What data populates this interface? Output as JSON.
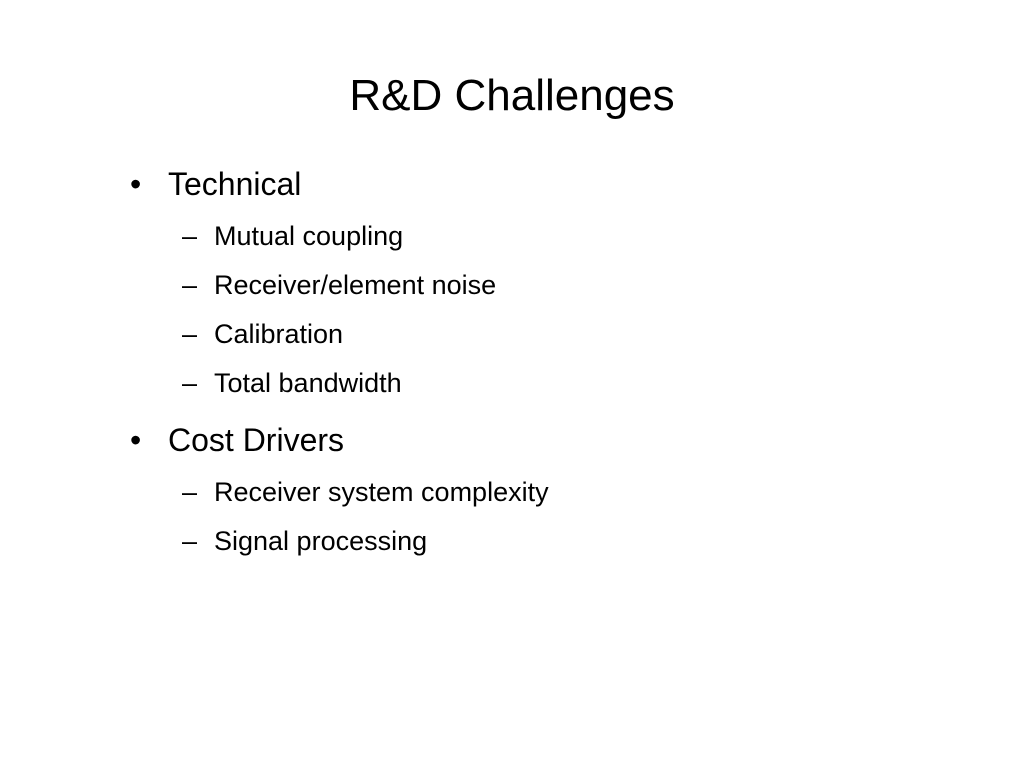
{
  "slide": {
    "title": "R&D Challenges",
    "sections": [
      {
        "bullet": "•",
        "heading": "Technical",
        "items": [
          {
            "dash": "–",
            "text": "Mutual coupling"
          },
          {
            "dash": "–",
            "text": "Receiver/element noise"
          },
          {
            "dash": "–",
            "text": "Calibration"
          },
          {
            "dash": "–",
            "text": "Total bandwidth"
          }
        ]
      },
      {
        "bullet": "•",
        "heading": "Cost Drivers",
        "items": [
          {
            "dash": "–",
            "text": "Receiver system complexity"
          },
          {
            "dash": "–",
            "text": "Signal processing"
          }
        ]
      }
    ]
  }
}
